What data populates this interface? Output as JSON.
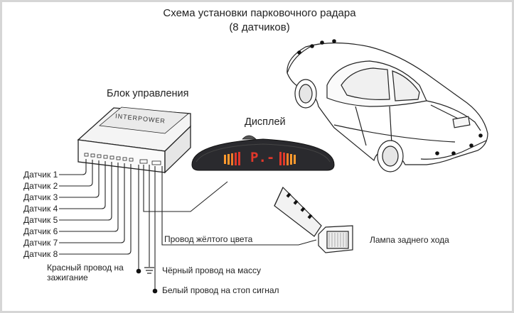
{
  "title_line1": "Схема установки парковочного радара",
  "title_line2": "(8 датчиков)",
  "control_unit_label": "Блок управления",
  "control_unit_brand": "INTERPOWER",
  "display_label": "Дисплей",
  "display_reading": "P.-",
  "sensors": [
    "Датчик 1",
    "Датчик 2",
    "Датчик 3",
    "Датчик 4",
    "Датчик 5",
    "Датчик 6",
    "Датчик 7",
    "Датчик 8"
  ],
  "yellow_wire": "Провод жёлтого цвета",
  "reverse_lamp": "Лампа заднего хода",
  "red_wire": "Красный провод на зажигание",
  "black_wire": "Чёрный провод на массу",
  "white_wire": "Белый провод на стоп сигнал",
  "colors": {
    "line": "#222222",
    "frame": "#d6d6d6",
    "display_body": "#2a2a2e",
    "display_digits": "#e0382b",
    "display_digits_dim": "#ff9a2e"
  }
}
